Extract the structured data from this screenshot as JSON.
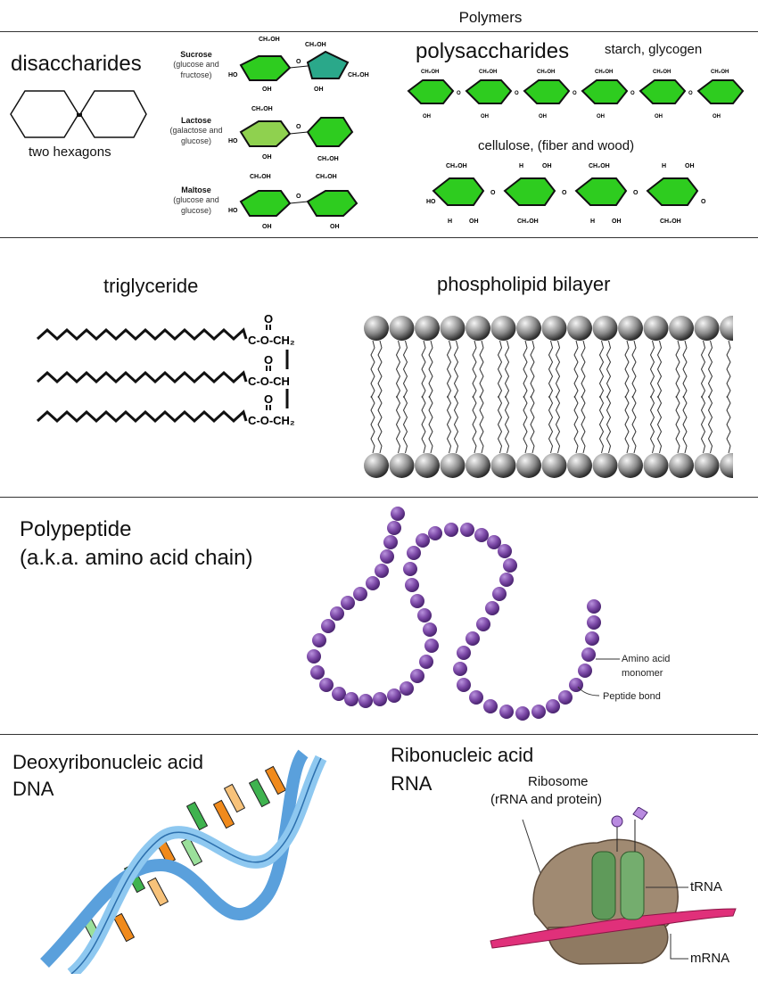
{
  "page_title": "Polymers",
  "carbs": {
    "disaccharides": "disaccharides",
    "two_hexagons": "two hexagons",
    "sucrose": {
      "name": "Sucrose",
      "sub1": "(glucose and",
      "sub2": "fructose)"
    },
    "lactose": {
      "name": "Lactose",
      "sub1": "(galactose and",
      "sub2": "glucose)"
    },
    "maltose": {
      "name": "Maltose",
      "sub1": "(glucose and",
      "sub2": "glucose)"
    },
    "polysaccharides": "polysaccharides",
    "starch": "starch, glycogen",
    "cellulose": "cellulose, (fiber and wood)"
  },
  "lipids": {
    "triglyceride": "triglyceride",
    "bilayer": "phospholipid bilayer",
    "groups": [
      "C-O-CH₂",
      "C-O-CH",
      "C-O-CH₂"
    ],
    "carbonyl_o": "O"
  },
  "protein": {
    "title1": "Polypeptide",
    "title2": "(a.k.a. amino acid chain)",
    "monomer1": "Amino acid",
    "monomer2": "monomer",
    "bond": "Peptide bond"
  },
  "nucleic": {
    "dna1": "Deoxyribonucleic acid",
    "dna2": "DNA",
    "rna1": "Ribonucleic acid",
    "rna2": "RNA",
    "ribo1": "Ribosome",
    "ribo2": "(rRNA and protein)",
    "trna": "tRNA",
    "mrna": "mRNA"
  },
  "colors": {
    "glucose": "#2ecc1f",
    "fructose": "#2aa88a",
    "galactose": "#8fd14f",
    "amino": "#7d4aa8",
    "dna_blue": "#5aa0dc",
    "dna_orange": "#f08a1c",
    "dna_green": "#3fb34f",
    "mrna": "#e0307a",
    "ribosome": "#a08a72",
    "trna": "#5f9a5a"
  }
}
